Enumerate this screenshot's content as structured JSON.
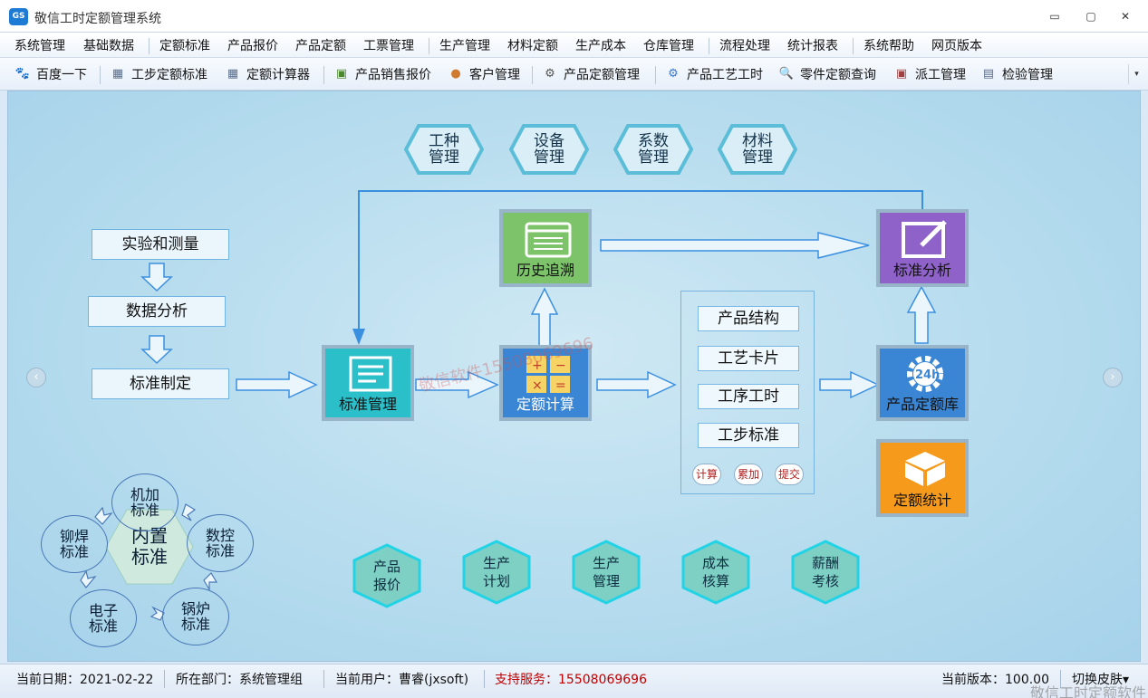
{
  "window": {
    "title": "敬信工时定额管理系统",
    "logo": "GS",
    "minimize": "▭",
    "maximize": "▢",
    "close": "✕"
  },
  "menu": [
    "系统管理",
    "基础数据",
    "定额标准",
    "产品报价",
    "产品定额",
    "工票管理",
    "生产管理",
    "材料定额",
    "生产成本",
    "仓库管理",
    "流程处理",
    "统计报表",
    "系统帮助",
    "网页版本"
  ],
  "toolbar": [
    {
      "label": "百度一下",
      "icon": "baidu-paw-icon",
      "glyph": "🐾"
    },
    {
      "label": "工步定额标准",
      "icon": "grid-table-icon",
      "glyph": "▦"
    },
    {
      "label": "定额计算器",
      "icon": "calculator-icon",
      "glyph": "▦"
    },
    {
      "label": "产品销售报价",
      "icon": "price-tag-icon",
      "glyph": "▣"
    },
    {
      "label": "客户管理",
      "icon": "customer-icon",
      "glyph": "●"
    },
    {
      "label": "产品定额管理",
      "icon": "gears-icon",
      "glyph": "⚙"
    },
    {
      "label": "产品工艺工时",
      "icon": "gear-blue-icon",
      "glyph": "⚙"
    },
    {
      "label": "零件定额查询",
      "icon": "search-icon",
      "glyph": "🔍"
    },
    {
      "label": "派工管理",
      "icon": "dispatch-icon",
      "glyph": "▣"
    },
    {
      "label": "检验管理",
      "icon": "inspection-icon",
      "glyph": "▤"
    }
  ],
  "toolbar_more": "▾",
  "top_hexes": [
    {
      "line1": "工种",
      "line2": "管理"
    },
    {
      "line1": "设备",
      "line2": "管理"
    },
    {
      "line1": "系数",
      "line2": "管理"
    },
    {
      "line1": "材料",
      "line2": "管理"
    }
  ],
  "steps": [
    "实验和测量",
    "数据分析",
    "标准制定"
  ],
  "tiles": {
    "standard_mgmt": "标准管理",
    "history_trace": "历史追溯",
    "quota_calc": "定额计算",
    "standard_analysis": "标准分析",
    "quota_library": "产品定额库",
    "quota_stats": "定额统计"
  },
  "panel_items": [
    "产品结构",
    "工艺卡片",
    "工序工时",
    "工步标准"
  ],
  "panel_buttons": [
    "计算",
    "累加",
    "提交"
  ],
  "bottom_hexes": [
    {
      "line1": "产品",
      "line2": "报价"
    },
    {
      "line1": "生产",
      "line2": "计划"
    },
    {
      "line1": "生产",
      "line2": "管理"
    },
    {
      "line1": "成本",
      "line2": "核算"
    },
    {
      "line1": "薪酬",
      "line2": "考核"
    }
  ],
  "builtin": {
    "center_line1": "内置",
    "center_line2": "标准",
    "circles": [
      {
        "line1": "机加",
        "line2": "标准"
      },
      {
        "line1": "数控",
        "line2": "标准"
      },
      {
        "line1": "锅炉",
        "line2": "标准"
      },
      {
        "line1": "电子",
        "line2": "标准"
      },
      {
        "line1": "铆焊",
        "line2": "标准"
      }
    ]
  },
  "nav": {
    "prev": "‹",
    "next": "›"
  },
  "watermark": "敬信软件15508069696",
  "status": {
    "date": "当前日期：2021-02-22",
    "dept": "所在部门：系统管理组",
    "user": "当前用户：曹睿(jxsoft)",
    "support": "支持服务：15508069696",
    "version": "当前版本：100.00",
    "skin": "切换皮肤▾",
    "corner_watermark": "敬信工时定额软件"
  },
  "colors": {
    "teal": "#2bbfc9",
    "green": "#7cc36a",
    "blue": "#3a86d4",
    "purple": "#8e62c9",
    "orange": "#f59a1a",
    "arrow": "#3b8fe0",
    "support": "#c00000"
  }
}
